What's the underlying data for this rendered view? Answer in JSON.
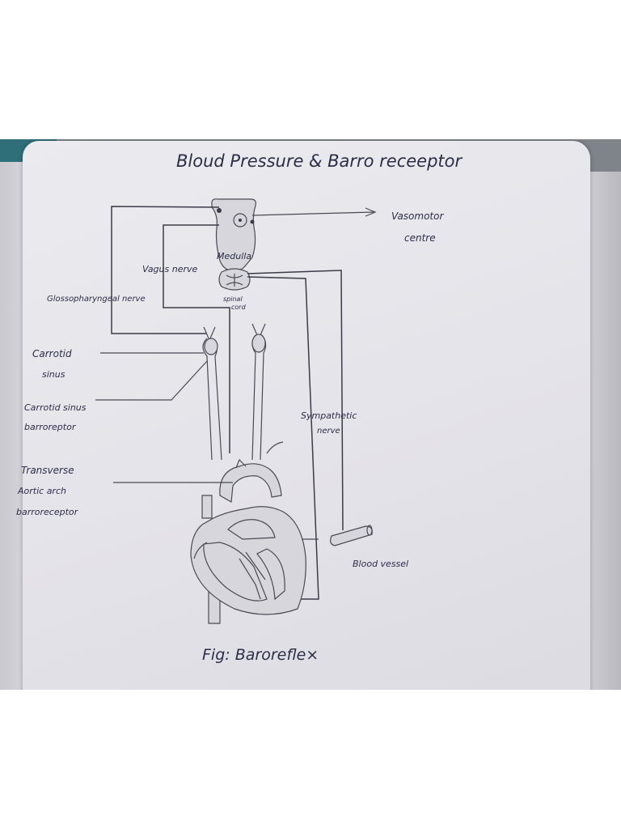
{
  "diagram": {
    "title": "Bloud Pressure & Barro receeptor",
    "caption": "Fig: Barorefle×",
    "labels": {
      "vasomotor_line1": "Vasomotor",
      "vasomotor_line2": "centre",
      "medulla": "Medulla",
      "vagus_nerve": "Vagus nerve",
      "glossopharyngeal_nerve": "Glossopharyngeal nerve",
      "spinal_line1": "spinal",
      "spinal_line2": "cord",
      "carotid_sinus_line1": "Carrotid",
      "carotid_sinus_line2": "sinus",
      "carotid_baro_line1": "Carrotid sinus",
      "carotid_baro_line2": "barroreptor",
      "sympathetic_line1": "Sympathetic",
      "sympathetic_line2": "nerve",
      "aortic_line1": "Transverse",
      "aortic_line2": "Aortic arch",
      "aortic_line3": "barroreceptor",
      "blood_vessel": "Blood vessel"
    }
  }
}
